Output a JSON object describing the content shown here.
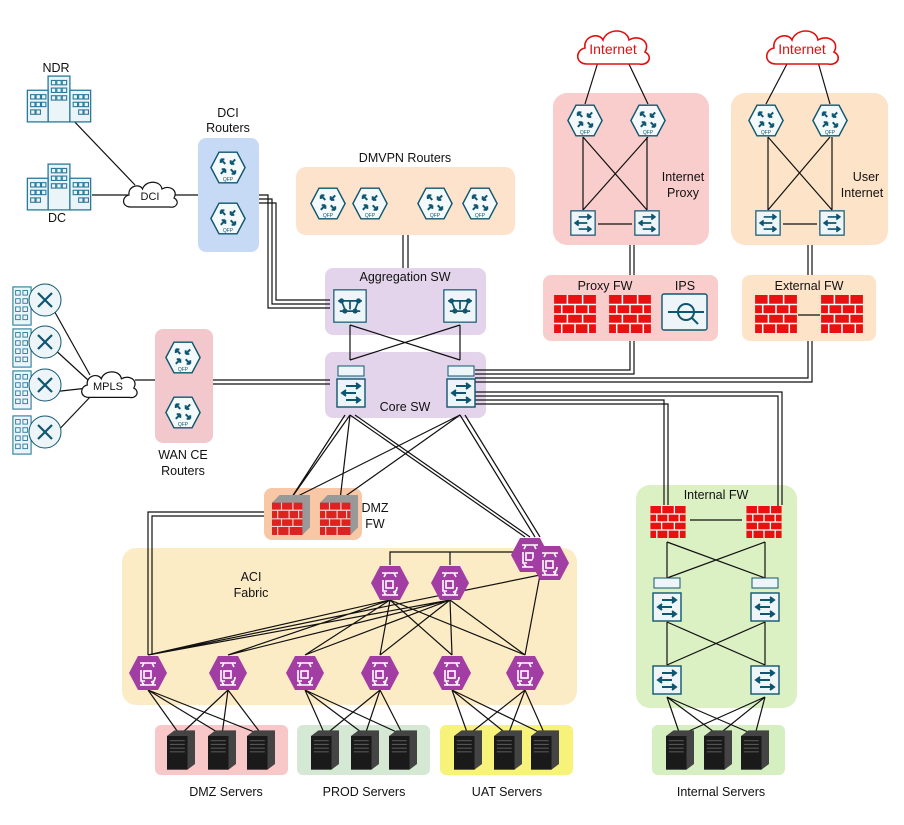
{
  "labels": {
    "internet_1": "Internet",
    "internet_2": "Internet",
    "internet_proxy_1": "Internet",
    "internet_proxy_2": "Proxy",
    "user_internet_1": "User",
    "user_internet_2": "Internet",
    "proxy_fw": "Proxy FW",
    "ips": "IPS",
    "external_fw": "External FW",
    "ndr": "NDR",
    "dc": "DC",
    "dci_cloud": "DCI",
    "dci_routers_1": "DCI",
    "dci_routers_2": "Routers",
    "dmvpn_routers": "DMVPN Routers",
    "aggregation_sw": "Aggregation SW",
    "core_sw": "Core SW",
    "mpls": "MPLS",
    "wan_ce_1": "WAN CE",
    "wan_ce_2": "Routers",
    "dmz_fw_1": "DMZ",
    "dmz_fw_2": "FW",
    "aci_1": "ACI",
    "aci_2": "Fabric",
    "internal_fw": "Internal FW",
    "dmz_servers": "DMZ Servers",
    "prod_servers": "PROD Servers",
    "uat_servers": "UAT Servers",
    "internal_servers": "Internal Servers",
    "qfp": "QFP"
  },
  "colors": {
    "proxy_zone": "#f8cdcc",
    "user_internet_zone": "#fde3c7",
    "dci_zone": "#c7daf5",
    "dmvpn_zone": "#fde3cc",
    "switch_zone": "#e3d4ec",
    "wan_zone": "#f2c8cc",
    "dmz_fw_zone": "#f8c7a6",
    "aci_zone": "#fcecc6",
    "internal_zone": "#dbf0c3",
    "dmz_servers_zone": "#f8c8c8",
    "prod_servers_zone": "#d5e8d4",
    "uat_servers_zone": "#f7f27a",
    "internal_servers_zone": "#d6efc1",
    "firewall": "#e81010",
    "cisco_teal": "#0e5670",
    "aci_purple": "#a23da3",
    "internet_red": "#e01010"
  },
  "icons": [
    "router-icon",
    "switch-icon",
    "firewall-icon",
    "ips-icon",
    "server-icon",
    "building-icon",
    "cloud-icon",
    "aci-switch-icon"
  ]
}
